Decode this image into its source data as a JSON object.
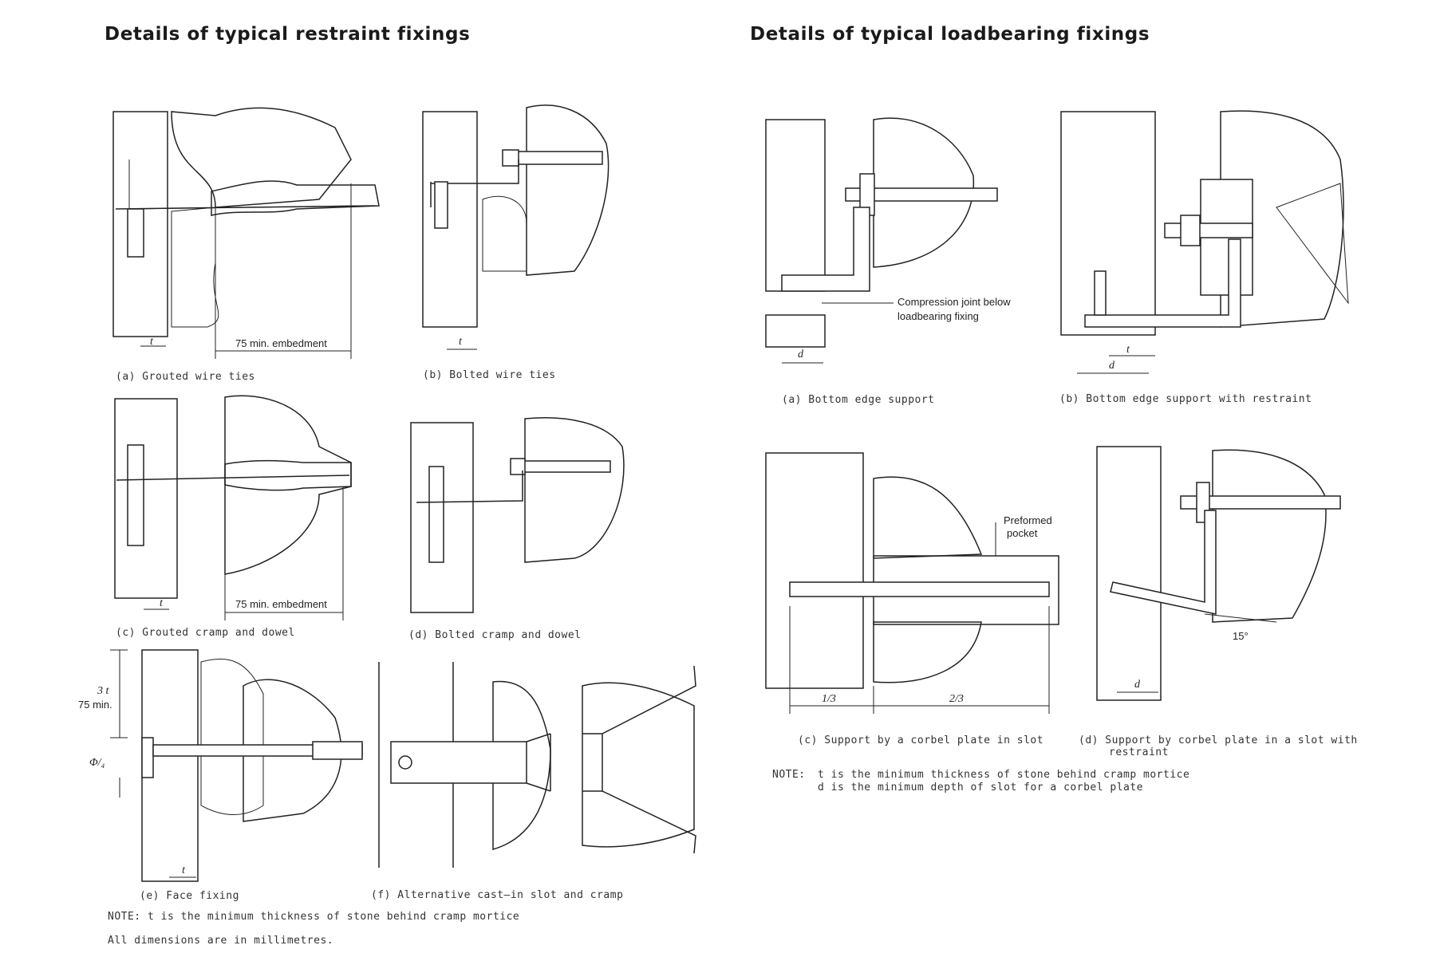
{
  "headings": {
    "restraint": "Details of typical restraint fixings",
    "loadbearing": "Details of typical loadbearing fixings"
  },
  "restraint": {
    "a": {
      "caption": "(a)  Grouted  wire  ties",
      "dim_t": "t",
      "dim_embed": "75  min.  embedment"
    },
    "b": {
      "caption": "(b)  Bolted  wire  ties",
      "dim_t": "t"
    },
    "c": {
      "caption": "(c)  Grouted  cramp  and  dowel",
      "dim_t": "t",
      "dim_embed": "75  min.  embedment"
    },
    "d": {
      "caption": "(d)  Bolted  cramp  and  dowel"
    },
    "e": {
      "caption": "(e)  Face  fixing",
      "dim_3t": "3 t",
      "dim_75": "75 min.",
      "dim_phi": "Φ/₄",
      "dim_t": "t"
    },
    "f": {
      "caption": "(f)  Alternative  cast—in  slot  and  cramp"
    },
    "note": "NOTE:  t  is  the  minimum  thickness  of  stone  behind  cramp  mortice",
    "units": "All  dimensions  are  in  millimetres."
  },
  "loadbearing": {
    "a": {
      "caption": "(a)  Bottom  edge  support",
      "label_joint_1": "Compression  joint  below",
      "label_joint_2": "loadbearing  fixing",
      "dim_d": "d"
    },
    "b": {
      "caption": "(b)  Bottom  edge  support  with  restraint",
      "dim_t": "t",
      "dim_d": "d"
    },
    "c": {
      "caption": "(c)  Support  by  a  corbel  plate  in  slot",
      "label_pocket_1": "Preformed",
      "label_pocket_2": "pocket",
      "dim_third": "1/3",
      "dim_two_thirds": "2/3"
    },
    "d": {
      "caption_1": "(d)  Support  by  corbel  plate  in  a  slot  with",
      "caption_2": "restraint",
      "angle": "15°",
      "dim_d": "d"
    },
    "note_label": "NOTE:",
    "note_1": "t  is  the  minimum  thickness  of  stone  behind  cramp  mortice",
    "note_2": "d  is  the  minimum  depth  of  slot  for  a  corbel  plate"
  }
}
